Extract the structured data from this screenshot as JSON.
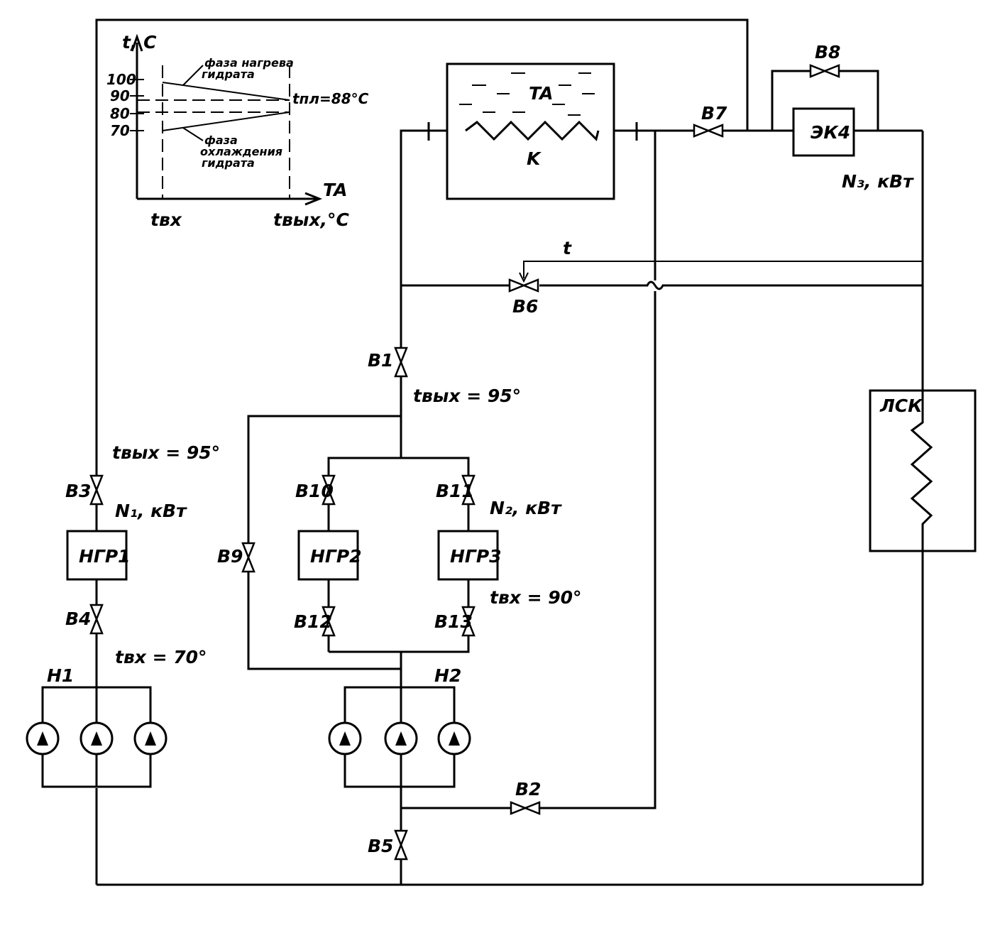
{
  "graph": {
    "y_axis_label": "t, C",
    "x_axis_label": "TA",
    "ticks": [
      "100",
      "90",
      "80",
      "70"
    ],
    "heating_phase_label": [
      "фаза нагрева",
      "гидрата"
    ],
    "cooling_phase_label": [
      "фаза",
      "охлаждения",
      "гидрата"
    ],
    "melt_temp_label": "tпл=88°C",
    "x_start_label": "tвх",
    "x_end_label": "tвых,°C"
  },
  "units": {
    "heat_exchanger": "TA",
    "coil": "K",
    "electric_boiler": "ЭК4",
    "solar_collector": "ЛСК",
    "heater_1": "НГР1",
    "heater_2": "НГР2",
    "heater_3": "НГР3",
    "pump_group_1": "Н1",
    "pump_group_2": "Н2"
  },
  "valves": {
    "v1": "B1",
    "v2": "B2",
    "v3": "B3",
    "v4": "B4",
    "v5": "B5",
    "v6": "B6",
    "v7": "B7",
    "v8": "B8",
    "v9": "B9",
    "v10": "B10",
    "v11": "B11",
    "v12": "B12",
    "v13": "B13"
  },
  "annotations": {
    "temp_signal": "t",
    "power_n1": "N₁, кВт",
    "power_n2": "N₂, кВт",
    "power_n3": "N₃, кВт",
    "tout_left": "tвых = 95°",
    "tin_left": "tвх = 70°",
    "tout_center": "tвых = 95°",
    "tin_center": "tвх = 90°"
  }
}
